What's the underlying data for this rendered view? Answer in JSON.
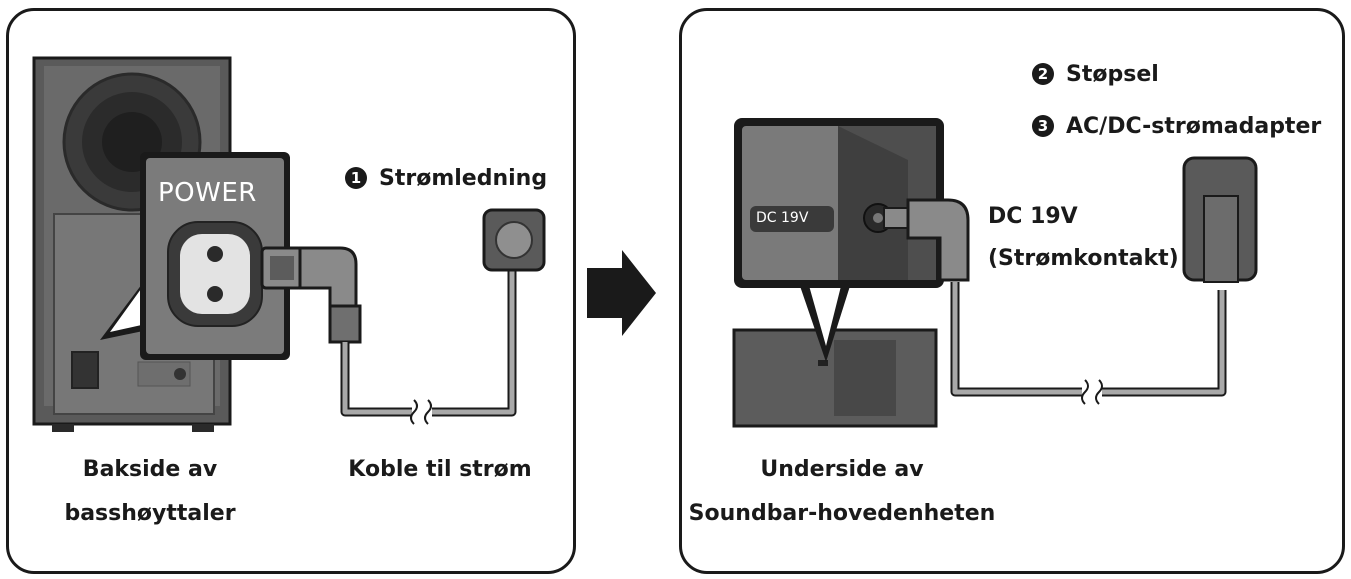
{
  "left_panel": {
    "power_label": "POWER",
    "callout_1": {
      "number": "1",
      "text": "Strømledning"
    },
    "caption_line1": "Bakside av",
    "caption_line2": "basshøyttaler",
    "caption_connect": "Koble til strøm"
  },
  "right_panel": {
    "callout_2": {
      "number": "2",
      "text": "Støpsel"
    },
    "callout_3": {
      "number": "3",
      "text": "AC/DC-strømadapter"
    },
    "port_label": "DC 19V",
    "dc_label_line1": "DC 19V",
    "dc_label_line2": "(Strømkontakt)",
    "caption_line1": "Underside av",
    "caption_line2": "Soundbar-hovedenheten"
  },
  "colors": {
    "device_dark": "#5a5a5a",
    "device_mid": "#8a8a8a",
    "cable_gray": "#a9a9a9",
    "outline": "#1a1a1a"
  }
}
